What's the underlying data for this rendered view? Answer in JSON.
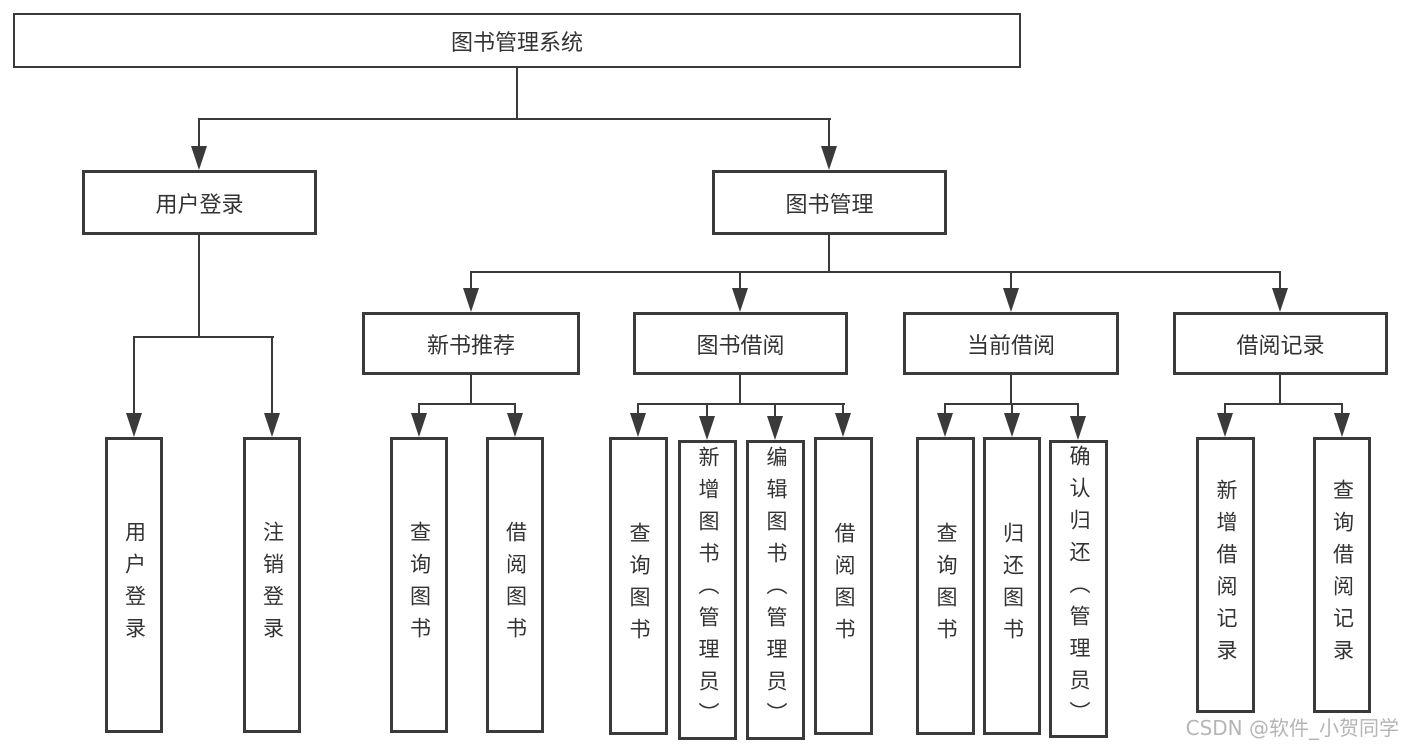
{
  "nodes": {
    "root": "图书管理系统",
    "user_login": "用户登录",
    "book_mgmt": "图书管理",
    "new_book": "新书推荐",
    "book_borrow": "图书借阅",
    "current_borrow": "当前借阅",
    "borrow_records": "借阅记录"
  },
  "leaves": {
    "user_login": [
      "用户登录",
      "注销登录"
    ],
    "new_book": [
      "查询图书",
      "借阅图书"
    ],
    "book_borrow": [
      "查询图书",
      "新增图书（管理员）",
      "编辑图书（管理员）",
      "借阅图书"
    ],
    "current_borrow": [
      "查询图书",
      "归还图书",
      "确认归还（管理员）"
    ],
    "borrow_records": [
      "新增借阅记录",
      "查询借阅记录"
    ]
  },
  "watermark": "CSDN @软件_小贺同学",
  "colors": {
    "line": "#3a3a3a",
    "text": "#333333",
    "watermark": "#b5b5b5",
    "background": "#ffffff"
  }
}
